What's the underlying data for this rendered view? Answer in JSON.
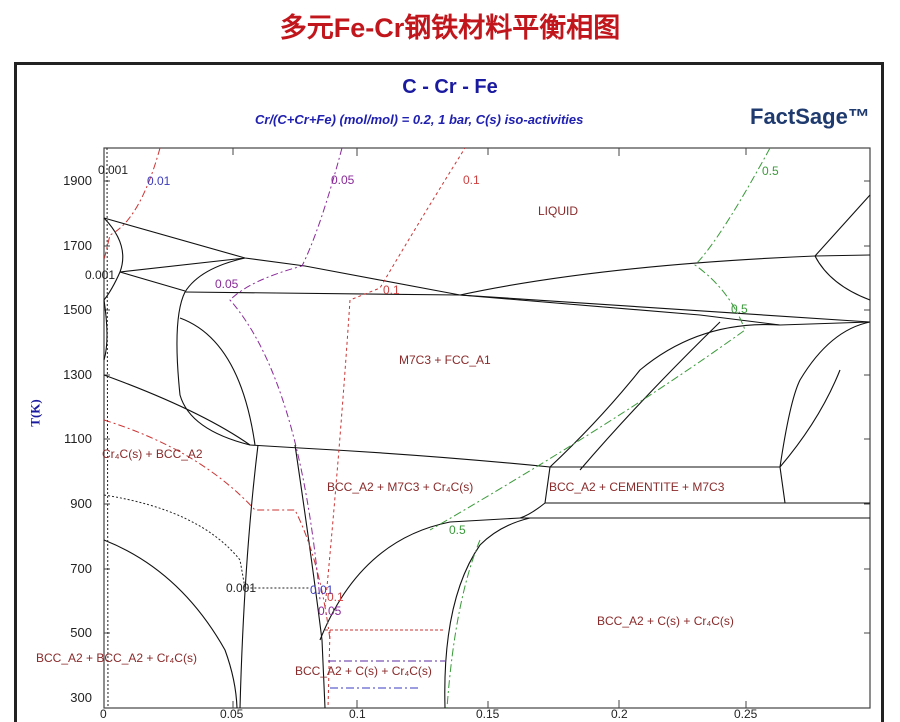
{
  "page_title": "多元Fe-Cr钢铁材料平衡相图",
  "diagram": {
    "title": "C - Cr - Fe",
    "subtitle": "Cr/(C+Cr+Fe) (mol/mol)  = 0.2,  1 bar, C(s) iso-activities",
    "logo": "FactSage™",
    "y_axis_title": "T(K)",
    "y_ticks": [
      "1900",
      "1700",
      "1500",
      "1300",
      "1100",
      "900",
      "700",
      "500",
      "300"
    ],
    "x_ticks": [
      "0",
      "0.05",
      "0.1",
      "0.15",
      "0.2",
      "0.25"
    ],
    "regions": {
      "liquid": "LIQUID",
      "m7c3_fcc": "M7C3 + FCC_A1",
      "cr4c_bcc": "Cr₄C(s) + BCC_A2",
      "bcc_m7c3_cr4c": "BCC_A2 + M7C3 + Cr₄C(s)",
      "bcc_cementite_m7c3": "BCC_A2 + CEMENTITE + M7C3",
      "bcc_c_cr4c_right": "BCC_A2 + C(s) + Cr₄C(s)",
      "bcc_bcc_cr4c": "BCC_A2 + BCC_A2 + Cr₄C(s)",
      "bcc_c_cr4c_mid": "BCC_A2 + C(s) + Cr₄C(s)"
    },
    "iso_labels": {
      "a0001_top": "0.001",
      "a001_top": "0.01",
      "a005_top": "0.05",
      "a01_top": "0.1",
      "a05_top": "0.5",
      "a0001_mid": "0.001",
      "a005_mid": "0.05",
      "a01_mid": "0.1",
      "a05_mid": "0.5",
      "a05_low": "0.5",
      "a0001_low": "0.001",
      "a001_low": "0.01",
      "a01_low": "0.1",
      "a005_low": "0.05"
    },
    "colors": {
      "title": "#c0161c",
      "heading": "#1a1aa0",
      "region_text": "#8a2a2a",
      "iso_0001": "#222222",
      "iso_001": "#3a3ac0",
      "iso_005": "#8a2a9a",
      "iso_01": "#d04040",
      "iso_05": "#3a9a3a"
    }
  }
}
